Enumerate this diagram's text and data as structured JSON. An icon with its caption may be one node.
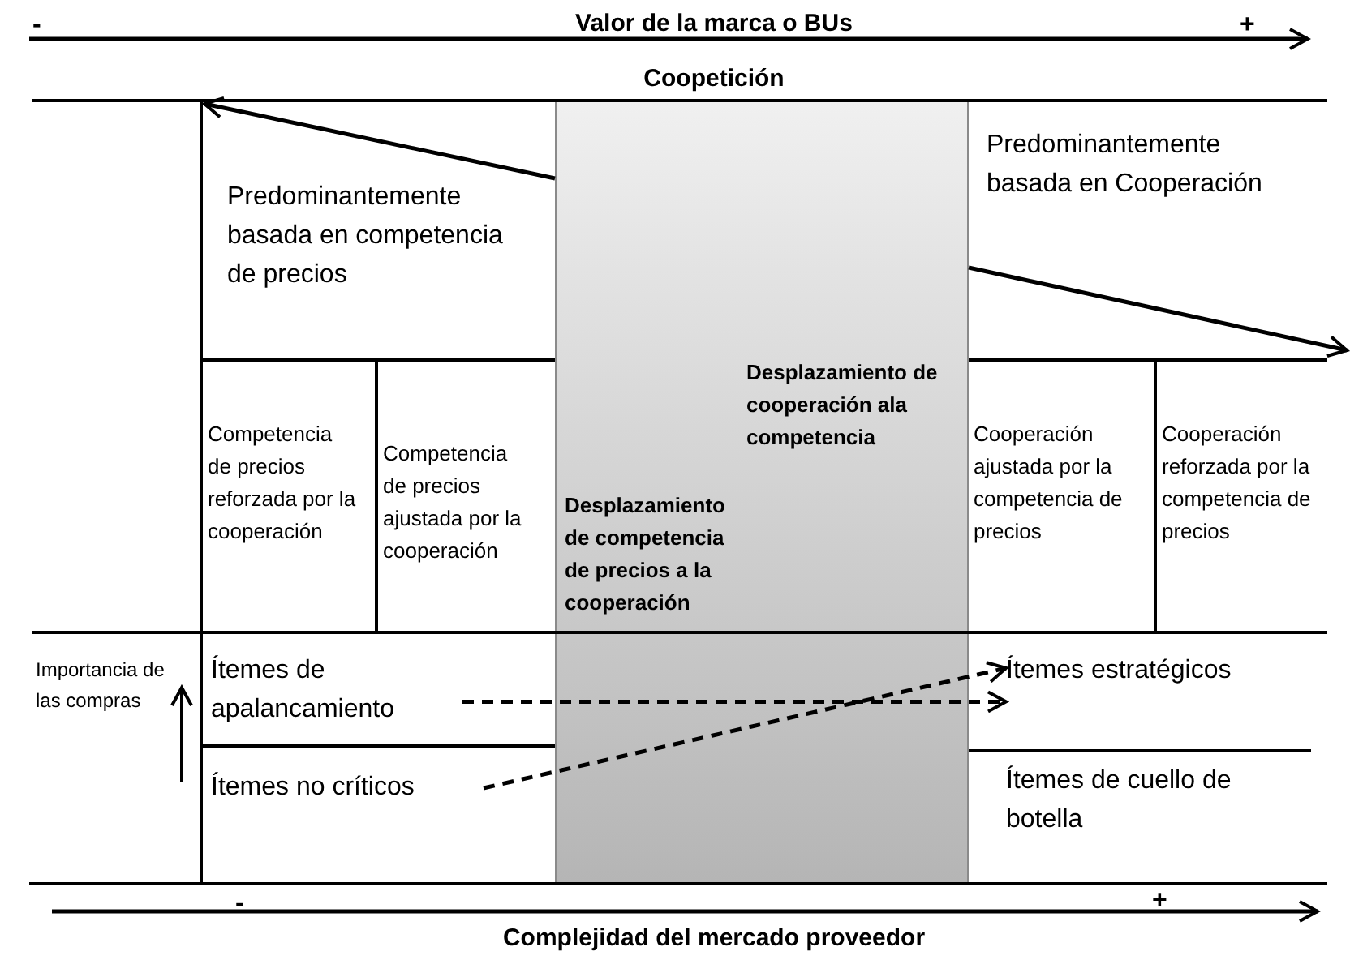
{
  "diagram": {
    "nodes": [
      {
        "text": [
          "Predominantemente basada en competencia de precios"
        ]
      },
      {
        "text": [
          "Desplazamiento de cooperación ala competencia"
        ]
      },
      {
        "text": [
          "Desplazamiento de competencia de precios a la cooperación"
        ]
      },
      {
        "text": [
          "Predominantemente basada en Cooperación"
        ]
      },
      {
        "text": [
          "Competencia de precios reforzada por la cooperación"
        ]
      },
      {
        "text": [
          "Competencia de precios ajustada por la cooperación"
        ]
      },
      {
        "text": [
          "Cooperación ajustada por la competencia de precios"
        ]
      },
      {
        "text": [
          "Cooperación reforzada por la competencia de precios"
        ]
      },
      {
        "text": [
          "Ítemes de apalancamiento"
        ]
      },
      {
        "text": [
          "Ítemes estratégicos"
        ]
      },
      {
        "text": [
          "Ítemes no críticos"
        ]
      },
      {
        "text": [
          "Ítemes de cuello de botella"
        ]
      }
    ],
    "edges": [
      {
        "from": 8,
        "to": 9,
        "arrow": "to",
        "style": "dashed"
      },
      {
        "from": 10,
        "to": 9,
        "arrow": "to",
        "style": "dashed"
      }
    ],
    "labels": [
      "-",
      "Valor de la marca o BUs",
      "+",
      "Coopetición",
      "Importancia de las compras",
      "-",
      "+",
      "Complejidad del mercado proveedor"
    ]
  }
}
